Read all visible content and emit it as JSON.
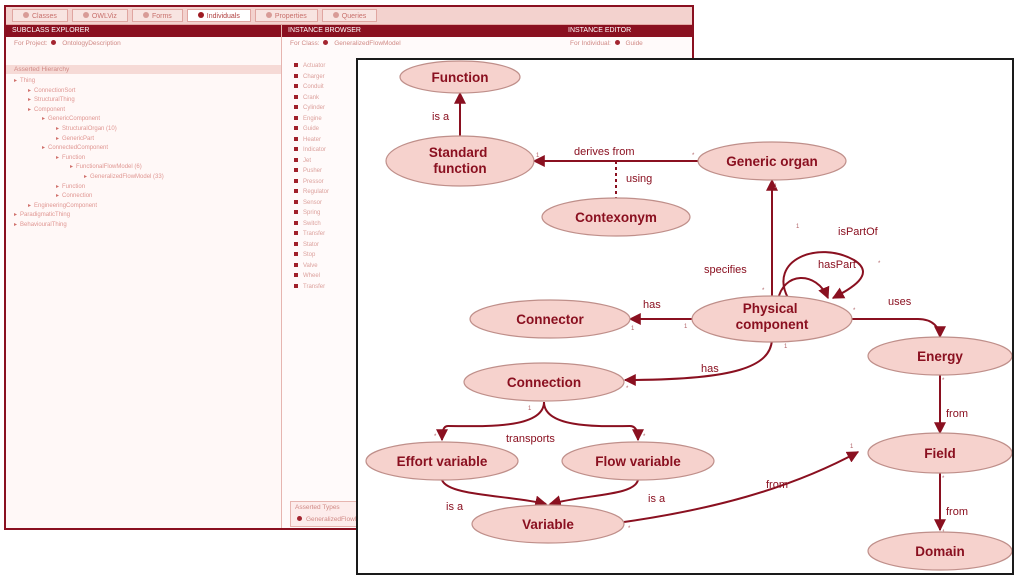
{
  "editor": {
    "tabs": [
      "Classes",
      "OWLViz",
      "Forms",
      "Individuals",
      "Properties",
      "Queries"
    ],
    "active_tab": 3,
    "left": {
      "header": "SUBCLASS EXPLORER",
      "for_project": "For Project: ",
      "project_name": "OntologyDescription",
      "hierarchy_label": "Asserted Hierarchy",
      "tree": [
        {
          "label": "Thing",
          "depth": 0
        },
        {
          "label": "ConnectionSort",
          "depth": 1
        },
        {
          "label": "StructuralThing",
          "depth": 1
        },
        {
          "label": "Component",
          "depth": 1
        },
        {
          "label": "GenericComponent",
          "depth": 2
        },
        {
          "label": "StructuralOrgan (10)",
          "depth": 3
        },
        {
          "label": "GenericPart",
          "depth": 3
        },
        {
          "label": "ConnectedComponent",
          "depth": 2
        },
        {
          "label": "Function",
          "depth": 3
        },
        {
          "label": "FunctionalFlowModel (6)",
          "depth": 4
        },
        {
          "label": "GeneralizedFlowModel (33)",
          "depth": 5
        },
        {
          "label": "Function",
          "depth": 3
        },
        {
          "label": "Connection",
          "depth": 3
        },
        {
          "label": "EngineeringComponent",
          "depth": 1
        },
        {
          "label": "ParadigmaticThing",
          "depth": 0
        },
        {
          "label": "BehaviouralThing",
          "depth": 0
        }
      ]
    },
    "middle": {
      "header": "INSTANCE BROWSER",
      "for_class": "For Class: ",
      "class_name": "GeneralizedFlowModel",
      "instances": [
        "Actuator",
        "Charger",
        "Conduit",
        "Crank",
        "Cylinder",
        "Engine",
        "Guide",
        "Heater",
        "Indicator",
        "Jet",
        "Pusher",
        "Pressor",
        "Regulator",
        "Sensor",
        "Spring",
        "Switch",
        "Transfer",
        "Stator",
        "Stop",
        "Valve",
        "Wheel",
        "Transfer"
      ],
      "footer_title": "Asserted Types",
      "footer_item": "GeneralizedFlowModel"
    },
    "right": {
      "header": "INSTANCE EDITOR",
      "for_individual": "For Individual: ",
      "individual_name": "Guide"
    }
  },
  "diagram": {
    "nodes": {
      "function": "Function",
      "standard_function": "Standard function",
      "generic_organ": "Generic organ",
      "contexonym": "Contexonym",
      "physical_component": "Physical component",
      "connector": "Connector",
      "connection": "Connection",
      "energy": "Energy",
      "effort_variable": "Effort variable",
      "flow_variable": "Flow variable",
      "field": "Field",
      "variable": "Variable",
      "domain": "Domain"
    },
    "edge_labels": {
      "is_a_std": "is a",
      "derives_from": "derives from",
      "using": "using",
      "specifies": "specifies",
      "is_part_of": "isPartOf",
      "has_part": "hasPart",
      "has_connector": "has",
      "has_connection": "has",
      "uses": "uses",
      "transports": "transports",
      "from_energy": "from",
      "from_field": "from",
      "from_variable": "from",
      "is_a_effort": "is a",
      "is_a_flow": "is a"
    },
    "accent_color": "#8a1020",
    "node_fill": "#f6d2cd"
  }
}
